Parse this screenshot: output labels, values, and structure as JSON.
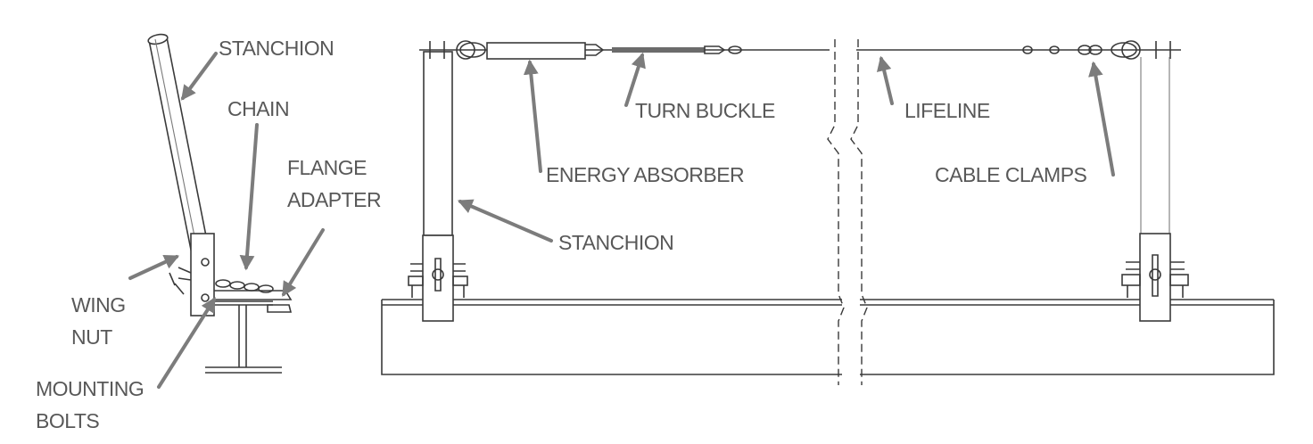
{
  "labels": {
    "stanchion_left": "STANCHION",
    "chain": "CHAIN",
    "flange_line1": "FLANGE",
    "flange_line2": "ADAPTER",
    "wing_line1": "WING",
    "wing_line2": "NUT",
    "mounting_line1": "MOUNTING",
    "mounting_line2": "BOLTS",
    "energy_absorber": "ENERGY ABSORBER",
    "turn_buckle": "TURN BUCKLE",
    "stanchion_main": "STANCHION",
    "lifeline": "LIFELINE",
    "cable_clamps": "CABLE CLAMPS"
  },
  "colors": {
    "label_text": "#585858",
    "arrow": "#7c7c7c",
    "line": "#3a3a3a",
    "background": "#ffffff"
  }
}
